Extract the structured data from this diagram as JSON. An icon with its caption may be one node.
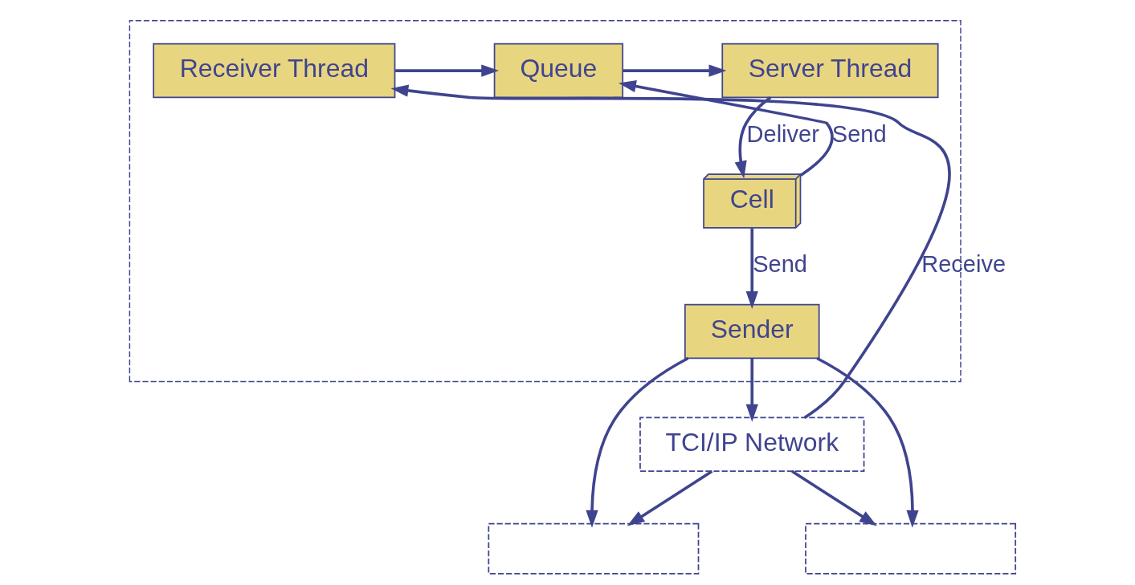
{
  "diagram": {
    "nodes": [
      {
        "text": [],
        "shape": "box"
      },
      {
        "text": [
          "Receiver Thread"
        ],
        "in": 0
      },
      {
        "text": [
          "Queue"
        ],
        "in": 0
      },
      {
        "text": [
          "Server Thread"
        ],
        "in": 0
      },
      {
        "text": [
          "Cell"
        ],
        "in": 0
      },
      {
        "text": [
          "Sender"
        ],
        "in": 0
      },
      {
        "text": [
          "TCI/IP Network"
        ]
      },
      {
        "text": [],
        "shape": "box"
      },
      {
        "text": [],
        "shape": "box"
      }
    ],
    "edges": [
      {
        "from": 6,
        "to": 1,
        "arrow": "to",
        "label": "Receive"
      },
      {
        "from": 1,
        "to": 2,
        "arrow": "to"
      },
      {
        "from": 2,
        "to": 3,
        "arrow": "to"
      },
      {
        "from": 3,
        "to": 4,
        "arrow": "to",
        "label": "Deliver"
      },
      {
        "from": 4,
        "to": 2,
        "arrow": "to",
        "label": "Send"
      },
      {
        "from": 4,
        "to": 5,
        "arrow": "to",
        "label": "Send"
      },
      {
        "from": 5,
        "to": 6,
        "arrow": "to"
      },
      {
        "from": 6,
        "to": 7,
        "arrow": "to"
      },
      {
        "from": 6,
        "to": 8,
        "arrow": "to"
      },
      {
        "from": 5,
        "to": 7,
        "arrow": "to"
      },
      {
        "from": 5,
        "to": 8,
        "arrow": "to"
      }
    ]
  }
}
